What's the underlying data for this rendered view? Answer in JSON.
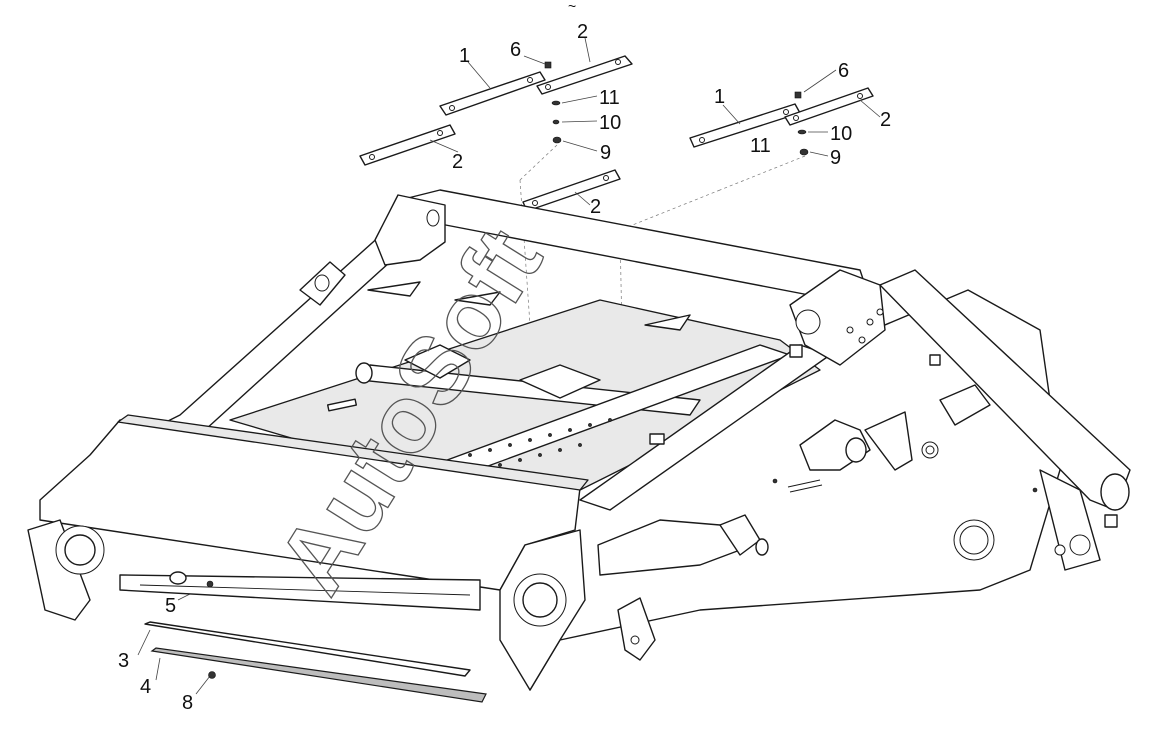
{
  "header": {
    "mark": "~"
  },
  "callouts": {
    "c1a": "1",
    "c6a": "6",
    "c2a": "2",
    "c11a": "11",
    "c10a": "10",
    "c9a": "9",
    "c2b": "2",
    "c2c": "2",
    "c1b": "1",
    "c6b": "6",
    "c2d": "2",
    "c11b": "11",
    "c10b": "10",
    "c9b": "9",
    "c5": "5",
    "c3": "3",
    "c4": "4",
    "c8": "8"
  },
  "watermark": {
    "text": "AutoSoft",
    "color": "#555555"
  }
}
